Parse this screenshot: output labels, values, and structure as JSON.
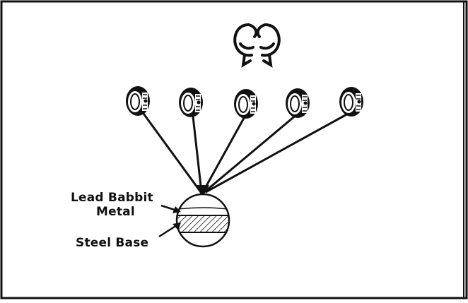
{
  "diagram": {
    "labels": {
      "lead_babbit_line1": "Lead Babbit",
      "lead_babbit_line2": "Metal",
      "steel_base": "Steel Base"
    },
    "bearing_count": 5,
    "colors": {
      "ink": "#111111",
      "paper": "#ffffff"
    }
  }
}
